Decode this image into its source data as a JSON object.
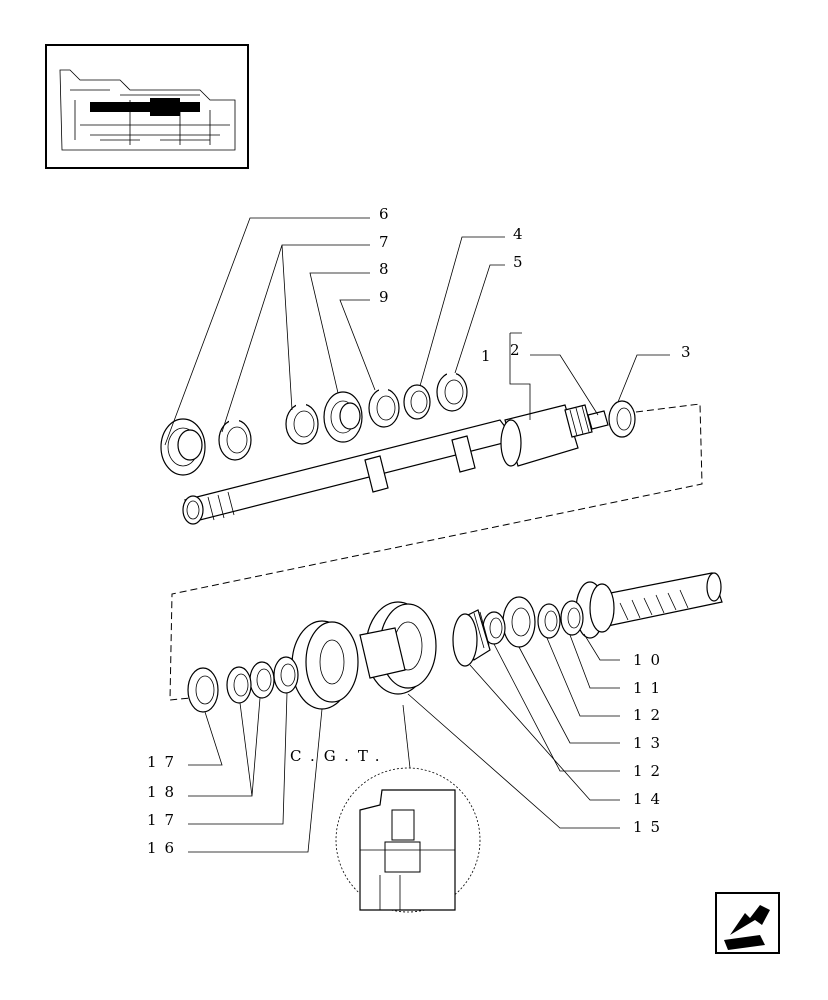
{
  "diagram": {
    "callouts": {
      "c1": "1",
      "c2": "2",
      "c3": "3",
      "c4": "4",
      "c5": "5",
      "c6": "6",
      "c7": "7",
      "c8": "8",
      "c9": "9",
      "c10": "10",
      "c11": "11",
      "c12a": "12",
      "c13": "13",
      "c12b": "12",
      "c14": "14",
      "c15": "15",
      "c16": "16",
      "c17a": "17",
      "c18": "18",
      "c17b": "17"
    },
    "note": "C.G.T."
  },
  "icons": {
    "thumbnail": "location-thumbnail-icon",
    "next_page": "next-page-arrow-icon"
  }
}
